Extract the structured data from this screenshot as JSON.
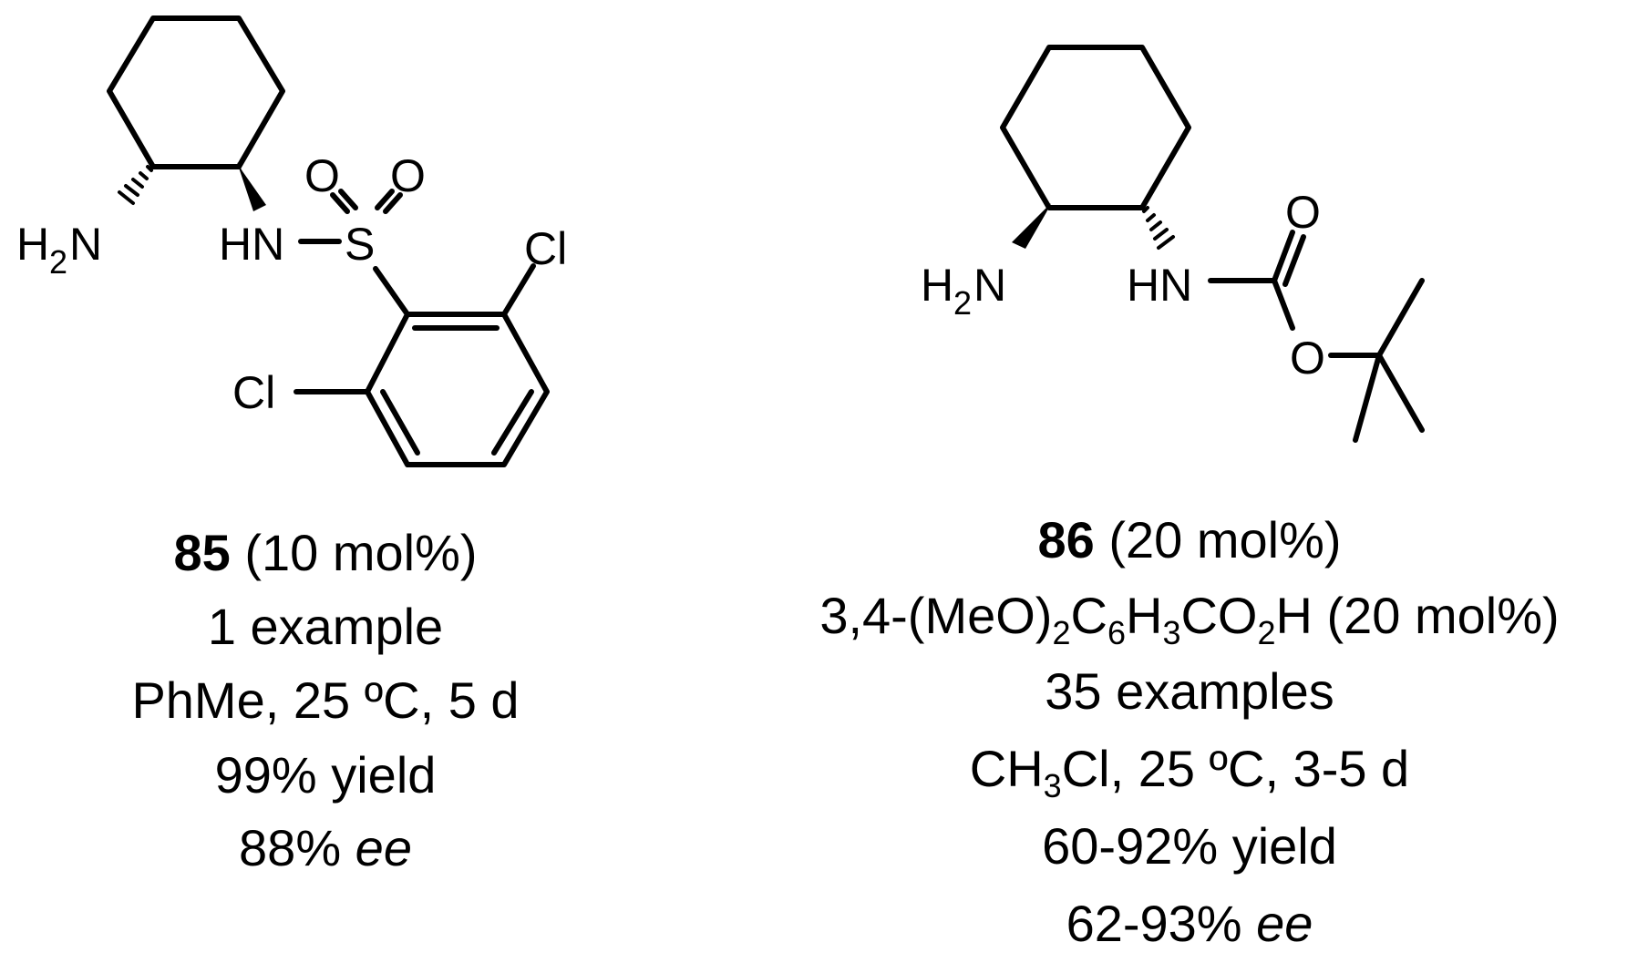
{
  "colors": {
    "ink": "#000000",
    "background": "#ffffff"
  },
  "left": {
    "atoms": {
      "h": "H",
      "two": "2",
      "n": "N",
      "hn": "HN",
      "dash": "–",
      "s": "S",
      "o1": "O",
      "o2": "O",
      "cl_top": "Cl",
      "cl_left": "Cl"
    },
    "caption": {
      "compound": "85",
      "loading": " (10 mol%)",
      "examples": "1 example",
      "conditions": "PhMe, 25 ºC, 5 d",
      "yield": "99% yield",
      "ee_value": "88% ",
      "ee_unit": "ee"
    }
  },
  "right": {
    "atoms": {
      "h": "H",
      "two": "2",
      "n": "N",
      "hn": "HN",
      "o_carbonyl": "O",
      "o_ester": "O"
    },
    "caption": {
      "compound": "86",
      "loading": " (20 mol%)",
      "acid": {
        "prefix": "3,4-(MeO)",
        "s1": "2",
        "c": "C",
        "s2": "6",
        "h": "H",
        "s3": "3",
        "co": "CO",
        "s4": "2",
        "suffix": "H (20 mol%)"
      },
      "examples": "35 examples",
      "conditions": {
        "prefix": "CH",
        "s1": "3",
        "suffix": "Cl, 25 ºC, 3-5 d"
      },
      "yield": "60-92% yield",
      "ee_value": "62-93% ",
      "ee_unit": "ee"
    }
  }
}
